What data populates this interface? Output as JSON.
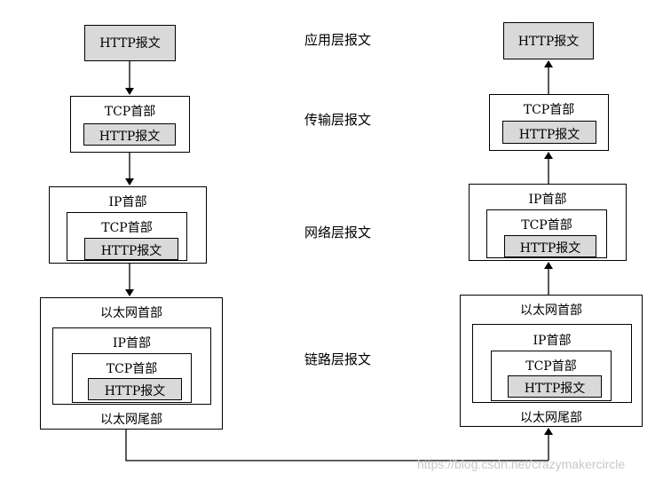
{
  "labels": {
    "http": "HTTP报文",
    "tcp": "TCP首部",
    "ip": "IP首部",
    "eth_head": "以太网首部",
    "eth_tail": "以太网尾部"
  },
  "layers": {
    "application": "应用层报文",
    "transport": "传输层报文",
    "network": "网络层报文",
    "link": "链路层报文"
  },
  "watermark": "https://blog.csdn.net/crazymakercircle",
  "colors": {
    "packet_fill": "#d9d9d9",
    "line": "#000000"
  }
}
